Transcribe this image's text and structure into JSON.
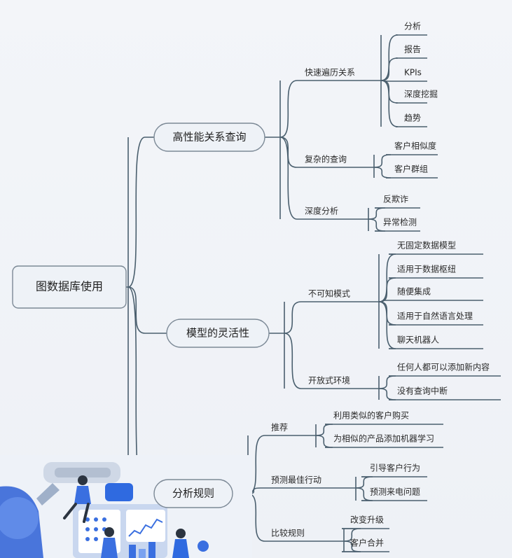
{
  "root": "图数据库使用",
  "topics": [
    {
      "label": "高性能关系查询",
      "branches": [
        {
          "label": "快速遍历关系",
          "leaves": [
            "分析",
            "报告",
            "KPIs",
            "深度挖掘",
            "趋势"
          ]
        },
        {
          "label": "复杂的查询",
          "leaves": [
            "客户相似度",
            "客户群组"
          ]
        },
        {
          "label": "深度分析",
          "leaves": [
            "反欺诈",
            "异常检测"
          ]
        }
      ]
    },
    {
      "label": "模型的灵活性",
      "branches": [
        {
          "label": "不可知模式",
          "leaves": [
            "无固定数据模型",
            "适用于数据枢纽",
            "随便集成",
            "适用于自然语言处理",
            "聊天机器人"
          ]
        },
        {
          "label": "开放式环境",
          "leaves": [
            "任何人都可以添加新内容",
            "没有查询中断"
          ]
        }
      ]
    },
    {
      "label": "分析规则",
      "branches": [
        {
          "label": "推荐",
          "leaves": [
            "利用类似的客户购买",
            "为相似的产品添加机器学习"
          ]
        },
        {
          "label": "预测最佳行动",
          "leaves": [
            "引导客户行为",
            "预测来电问题"
          ]
        },
        {
          "label": "比较规则",
          "leaves": [
            "改变升级",
            "客户合并"
          ]
        }
      ]
    }
  ],
  "colors": {
    "line": "#4a5f6e",
    "node_fill": "#eef2f7",
    "node_stroke": "#7c8996",
    "illustration_blue": "#3f74e8"
  }
}
